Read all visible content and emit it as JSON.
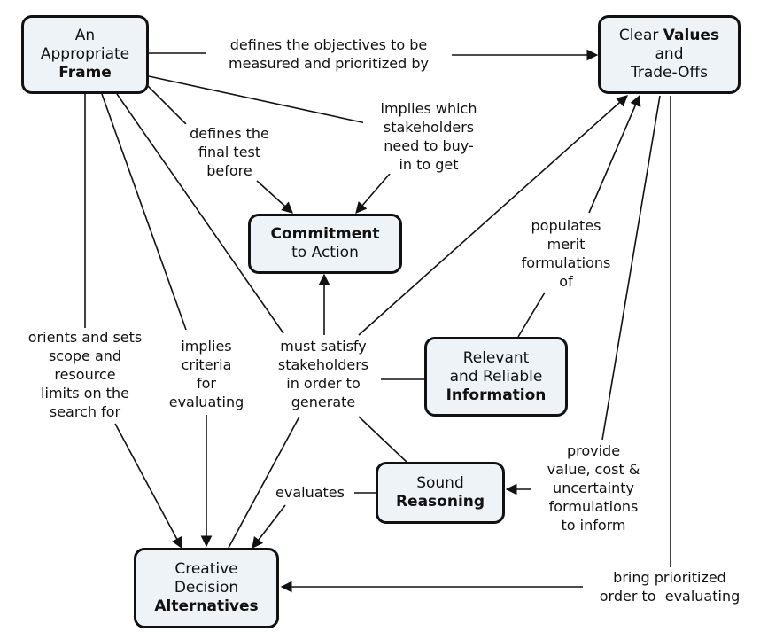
{
  "nodes": {
    "frame": {
      "line1": "An",
      "line2": "Appropriate",
      "bold": "Frame"
    },
    "values": {
      "pre": "Clear ",
      "bold": "Values",
      "line2": "and",
      "line3": "Trade-Offs"
    },
    "commitment": {
      "bold": "Commitment",
      "line2": "to Action"
    },
    "information": {
      "line1": "Relevant",
      "line2": "and Reliable",
      "bold": "Information"
    },
    "reasoning": {
      "line1": "Sound",
      "bold": "Reasoning"
    },
    "alternatives": {
      "line1": "Creative",
      "line2": "Decision",
      "bold": "Alternatives"
    }
  },
  "links": {
    "frame_values": [
      "defines the objectives to be",
      "measured and prioritized by"
    ],
    "frame_commit_test": [
      "defines the",
      "final test",
      "before"
    ],
    "frame_commit_stake": [
      "implies which",
      "stakeholders",
      "need to buy-",
      "in to get"
    ],
    "values_info": [
      "populates",
      "merit",
      "formulations",
      "of"
    ],
    "frame_alt_orients": [
      "orients and sets",
      "scope and",
      "resource",
      "limits on the",
      "search for"
    ],
    "frame_alt_criteria": [
      "implies",
      "criteria",
      "for",
      "evaluating"
    ],
    "must_satisfy": [
      "must satisfy",
      "stakeholders",
      "in order to",
      "generate"
    ],
    "values_reasoning": [
      "provide",
      "value, cost &",
      "uncertainty",
      "formulations",
      "to inform"
    ],
    "reasoning_alt": [
      "evaluates"
    ],
    "values_alt": [
      "bring prioritized",
      "order to  evaluating"
    ]
  }
}
